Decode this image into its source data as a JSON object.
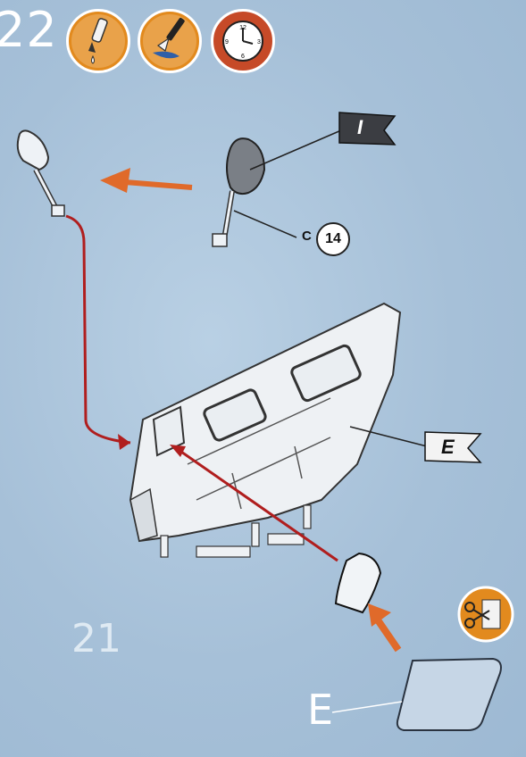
{
  "step": {
    "number": "22"
  },
  "badges": [
    {
      "icon": "glue-bottle-icon",
      "color": "#e28a1e"
    },
    {
      "icon": "paint-brush-icon",
      "color": "#e28a1e"
    },
    {
      "icon": "clock-icon",
      "color": "#c64a28"
    }
  ],
  "clock_numerals": {
    "twelve": "12",
    "three": "3",
    "six": "6",
    "nine": "9"
  },
  "parts": {
    "mirror_flag": "I",
    "door_flag": "E",
    "paint_callout_letter": "C",
    "paint_callout_number": "14",
    "sub_step": "21",
    "sprue_letter": "E"
  },
  "colors": {
    "arrow": "#e06a2a",
    "guide_line": "#b01e1e",
    "badge": "#e28a1e",
    "background": "#a9c3da"
  }
}
